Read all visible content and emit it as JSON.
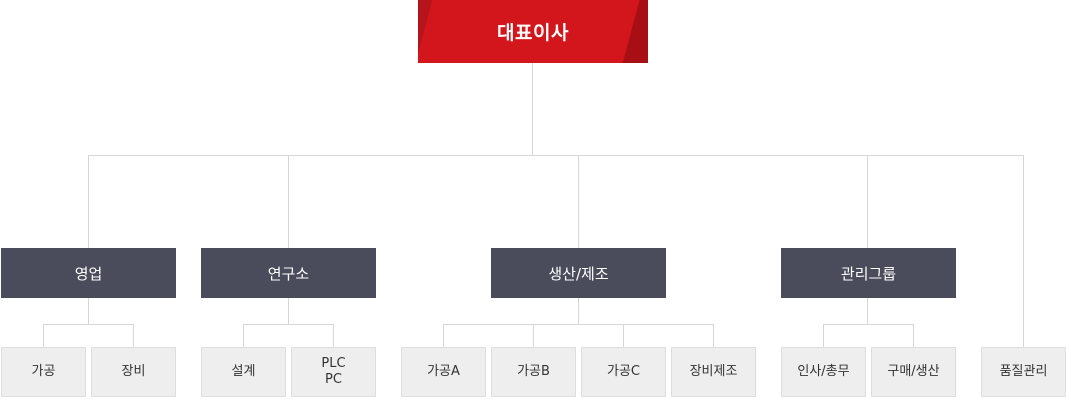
{
  "ceo": {
    "label": "대표이사"
  },
  "departments": [
    {
      "label": "영업"
    },
    {
      "label": "연구소"
    },
    {
      "label": "생산/제조"
    },
    {
      "label": "관리그룹"
    },
    {
      "label": "품질관리"
    }
  ],
  "teams": {
    "sales": [
      "가공",
      "장비"
    ],
    "research": [
      "설계",
      "PLC",
      "PC"
    ],
    "production": [
      "가공A",
      "가공B",
      "가공C",
      "장비제조"
    ],
    "management": [
      "인사/총무",
      "구매/생산"
    ]
  },
  "colors": {
    "ceo": "#d2161c",
    "department": "#4b4c5b",
    "team": "#eeeeee",
    "connector": "#d6d6d6"
  }
}
